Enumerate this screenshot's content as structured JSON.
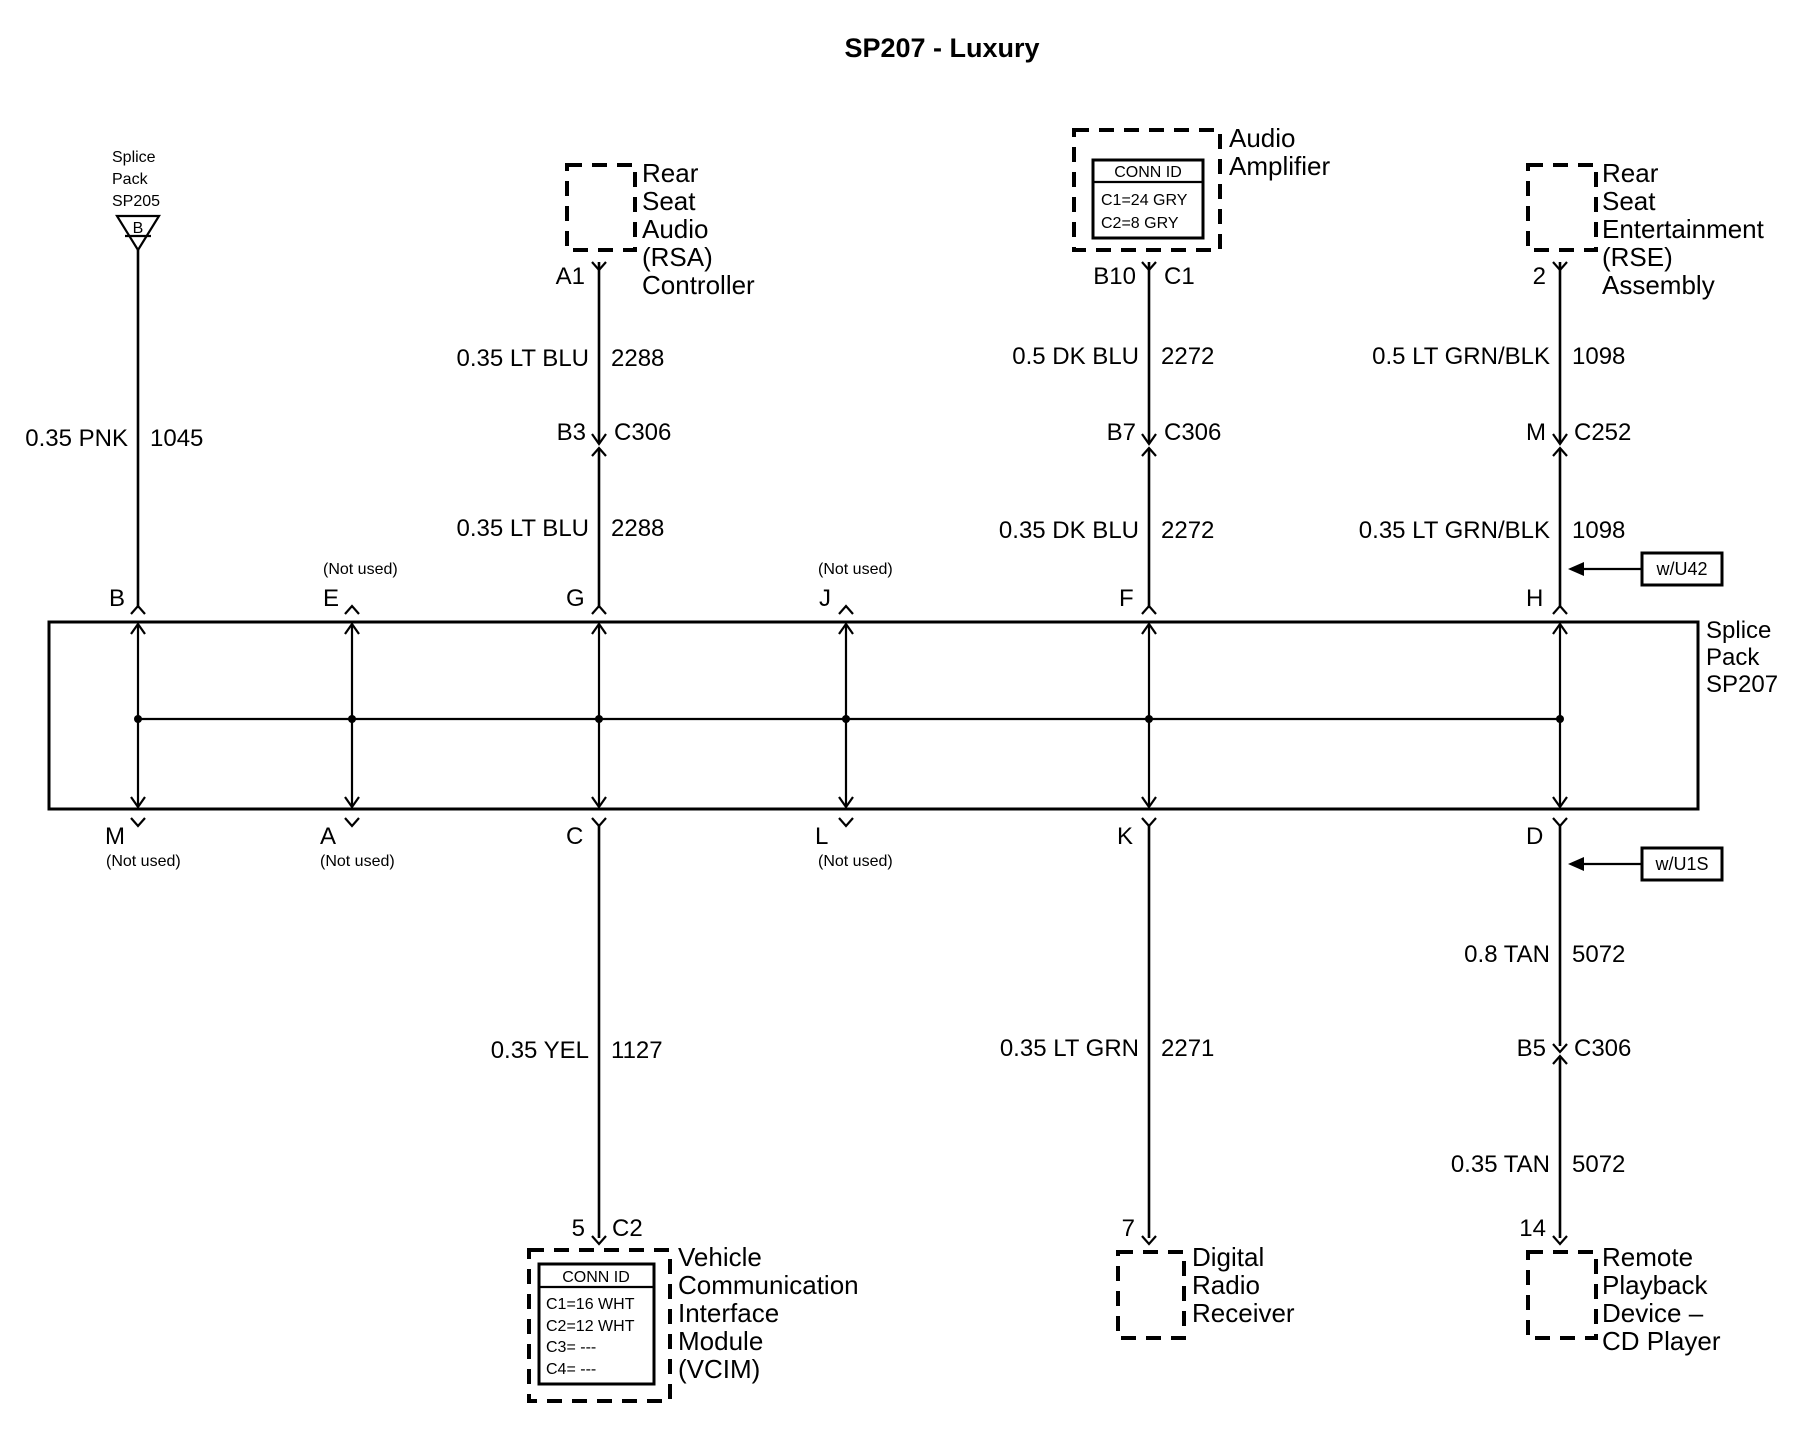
{
  "title": "SP207 - Luxury",
  "splice_pack": {
    "lines": [
      "Splice",
      "Pack",
      "SP207"
    ]
  },
  "upper_ref": {
    "lines": [
      "Splice",
      "Pack",
      "SP205"
    ],
    "symbol": "B"
  },
  "components": {
    "rsa": {
      "lines": [
        "Rear",
        "Seat",
        "Audio",
        "(RSA)",
        "Controller"
      ]
    },
    "amp": {
      "lines": [
        "Audio",
        "Amplifier"
      ],
      "conn_title": "CONN ID",
      "conn_lines": [
        "C1=24 GRY",
        "C2=8 GRY"
      ]
    },
    "rse": {
      "lines": [
        "Rear",
        "Seat",
        "Entertainment",
        "(RSE)",
        "Assembly"
      ]
    },
    "vcim": {
      "lines": [
        "Vehicle",
        "Communication",
        "Interface",
        "Module",
        "(VCIM)"
      ],
      "conn_title": "CONN ID",
      "conn_lines": [
        "C1=16 WHT",
        "C2=12 WHT",
        "C3= ---",
        "C4= ---"
      ]
    },
    "drr": {
      "lines": [
        "Digital",
        "Radio",
        "Receiver"
      ]
    },
    "cd": {
      "lines": [
        "Remote",
        "Playback",
        "Device –",
        "CD Player"
      ]
    }
  },
  "pins": {
    "rsa": "A1",
    "amp_pin": "B10",
    "amp_conn": "C1",
    "rse": "2",
    "vcim_pin": "5",
    "vcim_conn": "C2",
    "drr": "7",
    "cd": "14"
  },
  "inline_connectors": {
    "g_pin": "B3",
    "g_conn": "C306",
    "f_pin": "B7",
    "f_conn": "C306",
    "h_pin": "M",
    "h_conn": "C252",
    "d_pin": "B5",
    "d_conn": "C306"
  },
  "wires": {
    "b": {
      "label": "0.35 PNK",
      "circuit": "1045"
    },
    "g_up": {
      "label": "0.35 LT BLU",
      "circuit": "2288"
    },
    "g_low": {
      "label": "0.35 LT BLU",
      "circuit": "2288"
    },
    "f_up": {
      "label": "0.5 DK BLU",
      "circuit": "2272"
    },
    "f_low": {
      "label": "0.35 DK BLU",
      "circuit": "2272"
    },
    "h_up": {
      "label": "0.5 LT GRN/BLK",
      "circuit": "1098"
    },
    "h_low": {
      "label": "0.35 LT GRN/BLK",
      "circuit": "1098"
    },
    "c": {
      "label": "0.35 YEL",
      "circuit": "1127"
    },
    "k": {
      "label": "0.35 LT GRN",
      "circuit": "2271"
    },
    "d_up": {
      "label": "0.8 TAN",
      "circuit": "5072"
    },
    "d_low": {
      "label": "0.35 TAN",
      "circuit": "5072"
    }
  },
  "splice_pins_top": [
    "B",
    "E",
    "G",
    "J",
    "F",
    "H"
  ],
  "splice_pins_bottom": [
    "M",
    "A",
    "C",
    "L",
    "K",
    "D"
  ],
  "not_used": "(Not used)",
  "options": {
    "u42": "w/U42",
    "u1s": "w/U1S"
  }
}
